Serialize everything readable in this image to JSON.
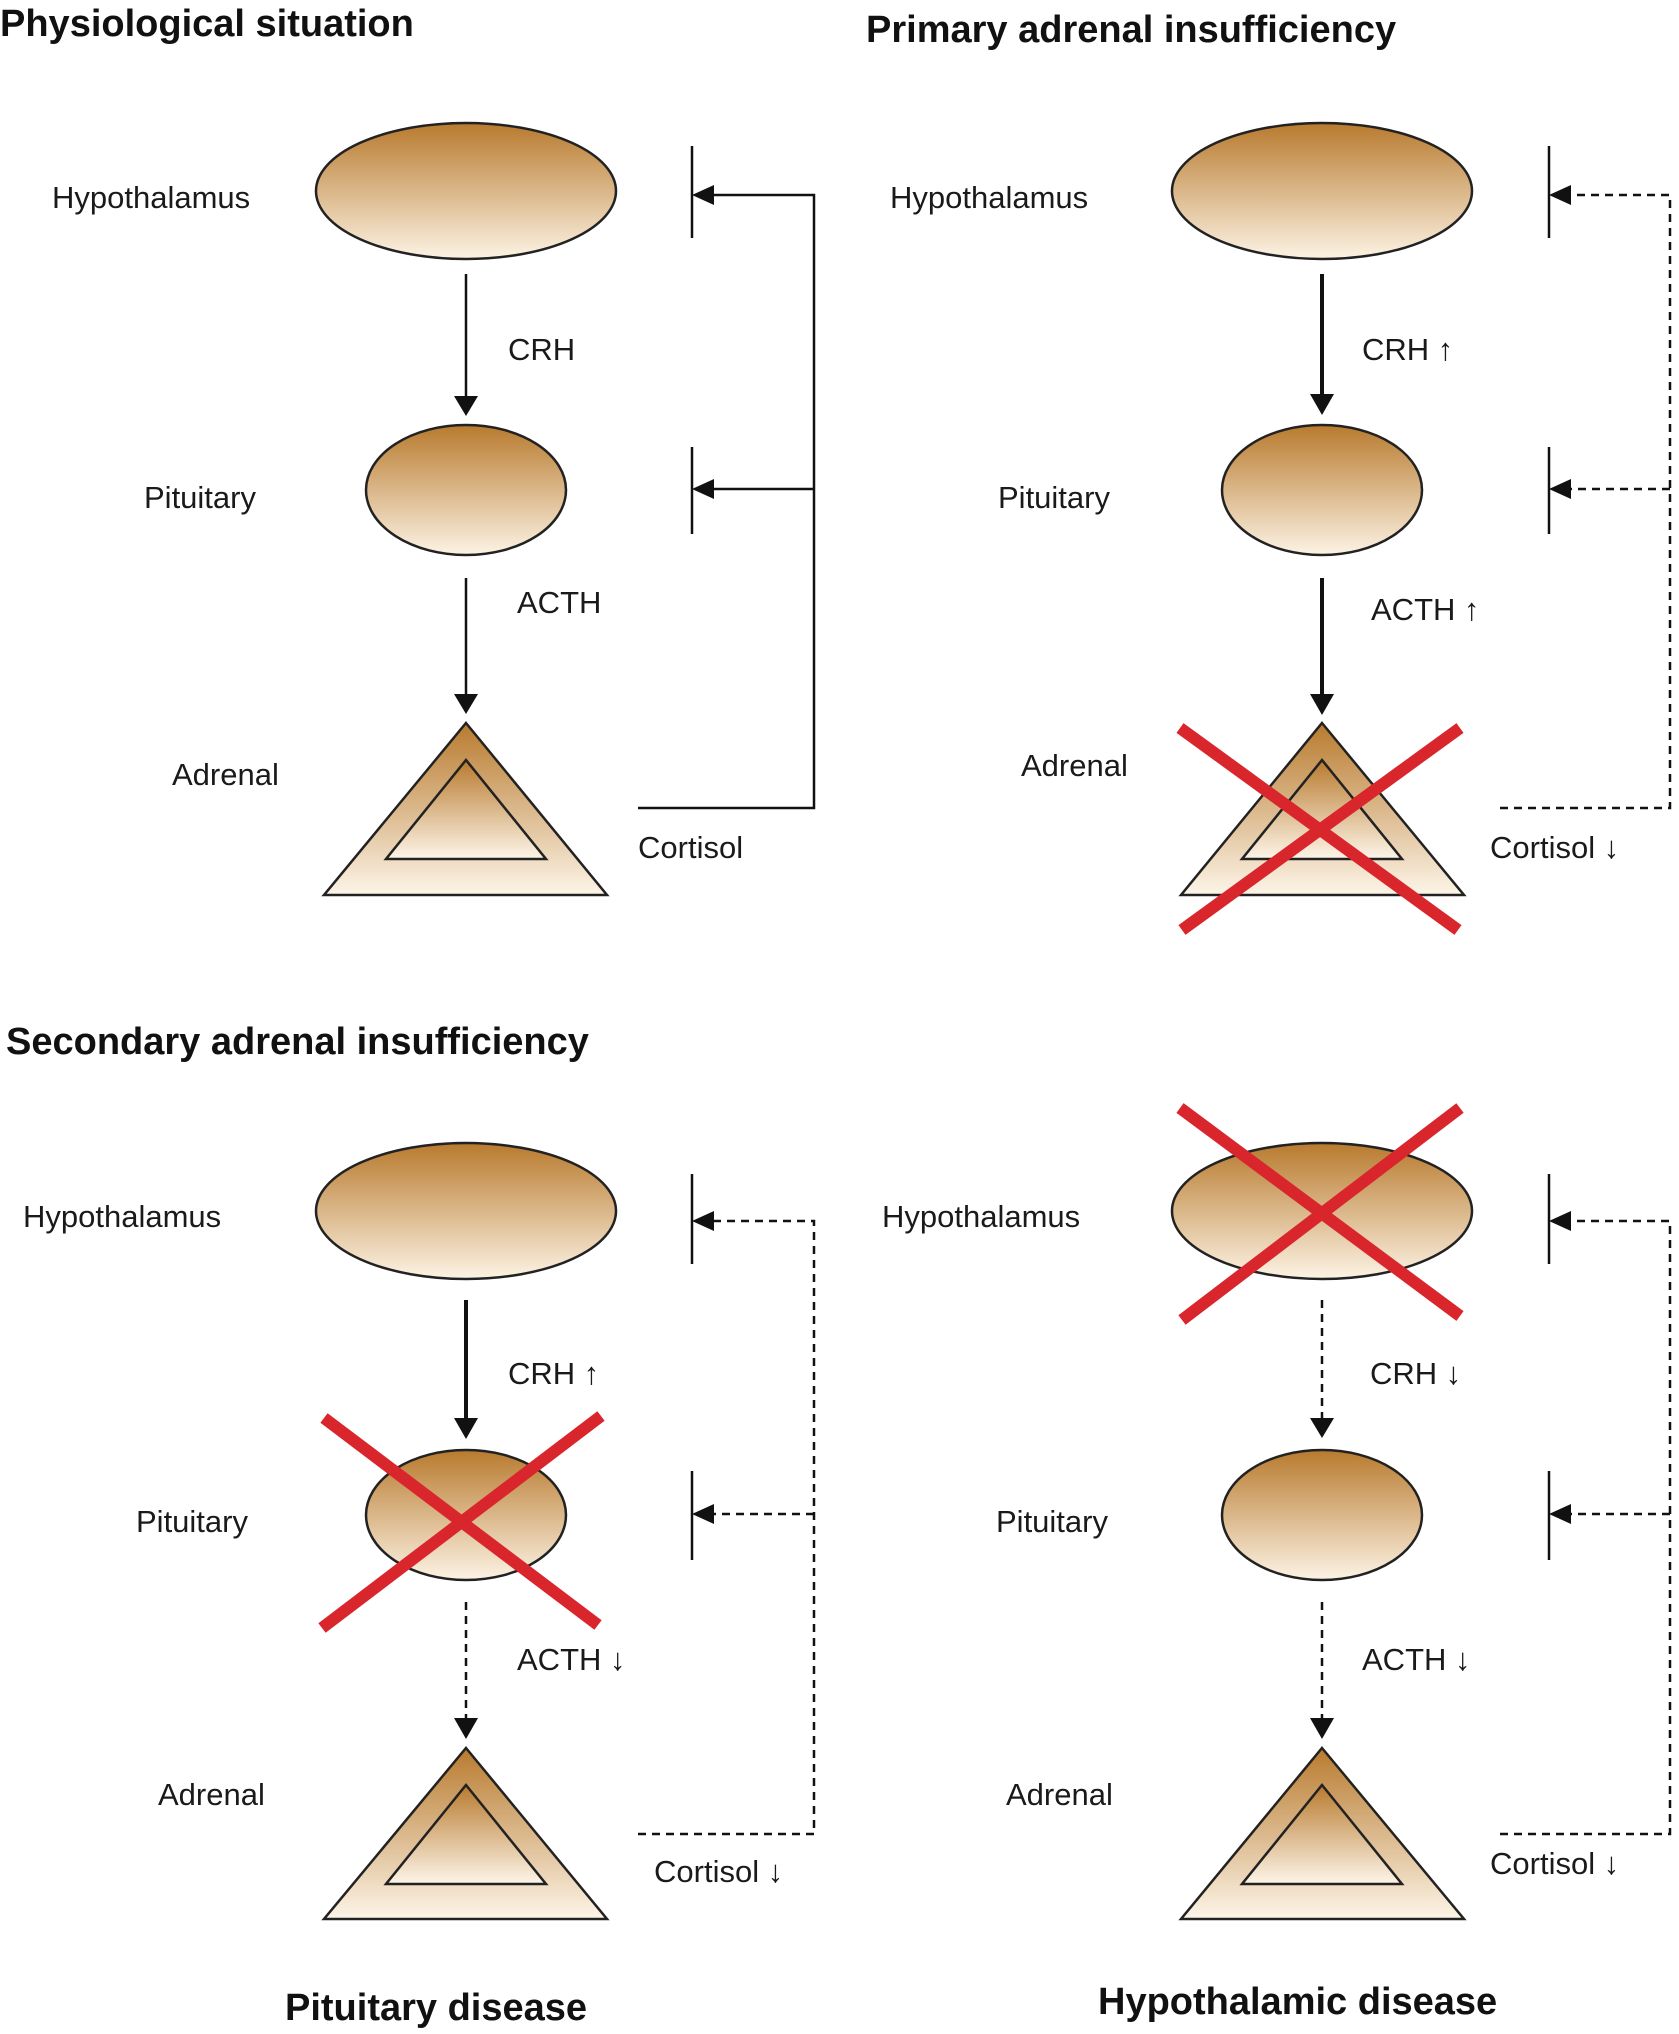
{
  "headings": {
    "physiological": "Physiological situation",
    "primary": "Primary adrenal insufficiency",
    "secondary": "Secondary adrenal insufficiency",
    "pituitary_disease": "Pituitary disease",
    "hypothalamic_disease": "Hypothalamic disease"
  },
  "panels": {
    "physiological": {
      "hypothalamus": "Hypothalamus",
      "pituitary": "Pituitary",
      "adrenal": "Adrenal",
      "crh": "CRH",
      "acth": "ACTH",
      "cortisol": "Cortisol"
    },
    "primary": {
      "hypothalamus": "Hypothalamus",
      "pituitary": "Pituitary",
      "adrenal": "Adrenal",
      "crh": "CRH ↑",
      "acth": "ACTH ↑",
      "cortisol": "Cortisol ↓"
    },
    "pituitary_disease": {
      "hypothalamus": "Hypothalamus",
      "pituitary": "Pituitary",
      "adrenal": "Adrenal",
      "crh": "CRH ↑",
      "acth": "ACTH ↓",
      "cortisol": "Cortisol ↓"
    },
    "hypothalamic_disease": {
      "hypothalamus": "Hypothalamus",
      "pituitary": "Pituitary",
      "adrenal": "Adrenal",
      "crh": "CRH ↓",
      "acth": "ACTH ↓",
      "cortisol": "Cortisol ↓"
    }
  },
  "colors": {
    "organ_top": "#b87a2e",
    "organ_bottom": "#fcf3e4",
    "cross": "#d9262c",
    "line": "#111111"
  }
}
